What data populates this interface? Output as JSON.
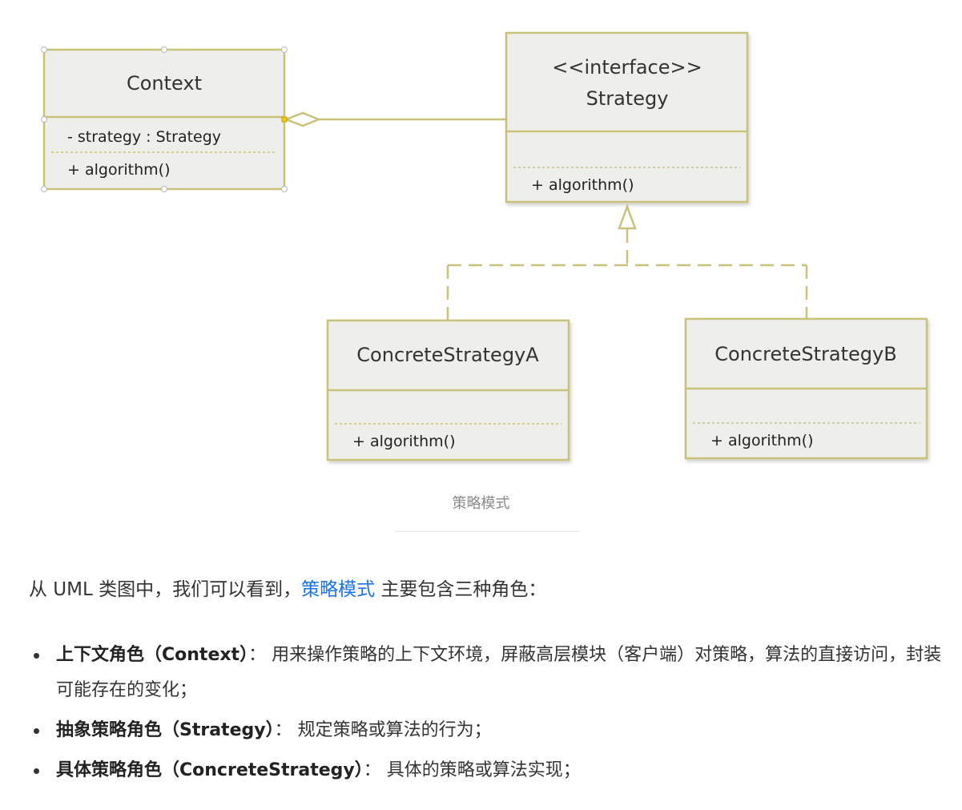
{
  "diagram": {
    "classes": [
      {
        "id": "context",
        "stereotype": "",
        "name": "Context",
        "attributes": [
          "- strategy : Strategy"
        ],
        "methods": [
          "+ algorithm()"
        ]
      },
      {
        "id": "strategy",
        "stereotype": "<<interface>>",
        "name": "Strategy",
        "attributes": [],
        "methods": [
          "+ algorithm()"
        ]
      },
      {
        "id": "concrete-a",
        "stereotype": "",
        "name": "ConcreteStrategyA",
        "attributes": [],
        "methods": [
          "+ algorithm()"
        ]
      },
      {
        "id": "concrete-b",
        "stereotype": "",
        "name": "ConcreteStrategyB",
        "attributes": [],
        "methods": [
          "+ algorithm()"
        ]
      }
    ],
    "relations": [
      {
        "type": "aggregation",
        "from": "context",
        "to": "strategy"
      },
      {
        "type": "realization",
        "from": "concrete-a",
        "to": "strategy"
      },
      {
        "type": "realization",
        "from": "concrete-b",
        "to": "strategy"
      }
    ],
    "colors": {
      "border": "#c8c27a",
      "fill": "#eeeeeb",
      "text": "#333333"
    }
  },
  "caption": "策略模式",
  "intro": {
    "before": "从 UML 类图中，我们可以看到，",
    "link": "策略模式",
    "after": " 主要包含三种角色："
  },
  "roles": [
    {
      "term": "上下文角色（Context）",
      "desc": "： 用来操作策略的上下文环境，屏蔽高层模块（客户端）对策略，算法的直接访问，封装可能存在的变化；"
    },
    {
      "term": "抽象策略角色（Strategy）",
      "desc": "： 规定策略或算法的行为；"
    },
    {
      "term": "具体策略角色（ConcreteStrategy）",
      "desc": "： 具体的策略或算法实现；"
    }
  ]
}
